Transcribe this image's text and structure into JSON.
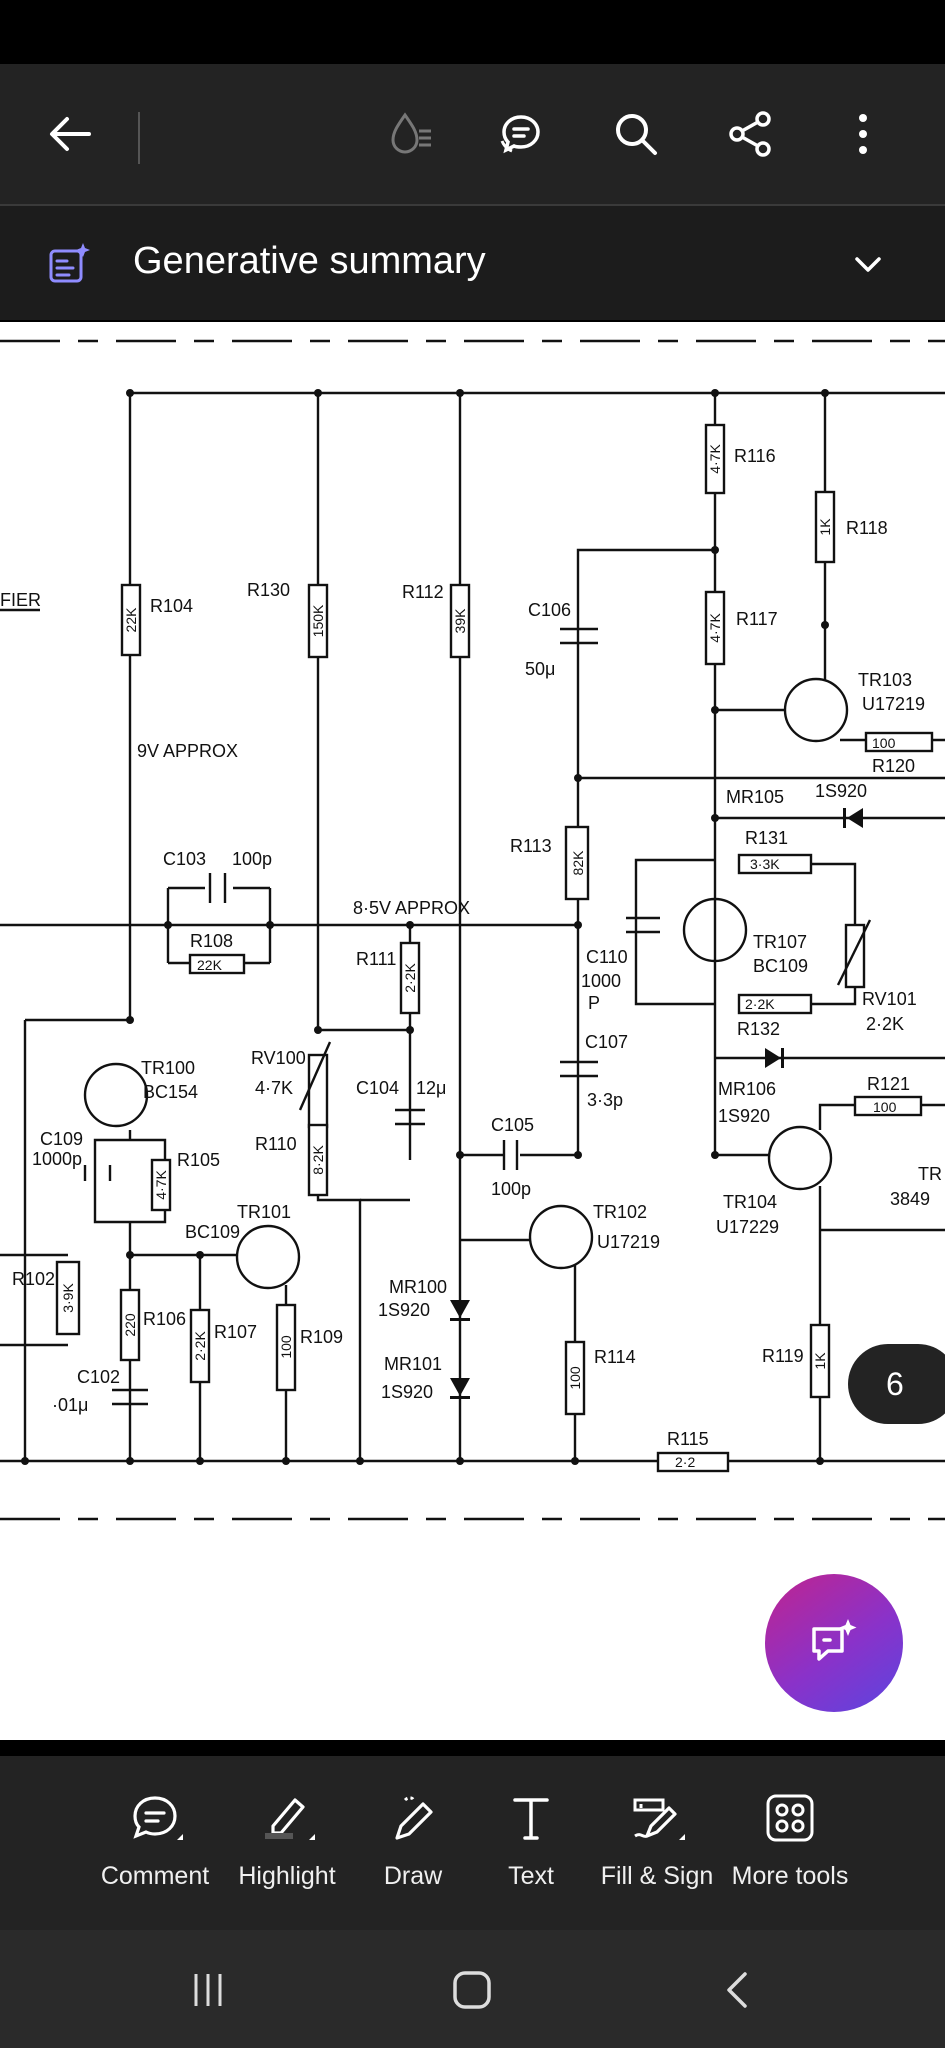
{
  "header": {
    "summary_title": "Generative summary"
  },
  "document": {
    "page_number": "6",
    "schematic_labels": {
      "fier": "FIER",
      "r104": "R104",
      "r104_val": "22K",
      "r130": "R130",
      "r130_val": "150K",
      "r112": "R112",
      "r112_val": "39K",
      "c106": "C106",
      "c106_val": "50μ",
      "r116": "R116",
      "r116_val": "4·7K",
      "r117": "R117",
      "r117_val": "4·7K",
      "r118": "R118",
      "r118_val": "1K",
      "tr103": "TR103",
      "tr103_type": "U17219",
      "r120_val": "100",
      "r120": "R120",
      "v9": "9V APPROX",
      "mr105": "MR105",
      "mr105_type": "1S920",
      "r113": "R113",
      "r113_val": "82K",
      "r131": "R131",
      "r131_val": "3·3K",
      "c103": "C103",
      "c103_val": "100p",
      "v85": "8·5V APPROX",
      "r108": "R108",
      "r108_val": "22K",
      "r111": "R111",
      "r111_val": "2·2K",
      "c110": "C110",
      "c110_val1": "1000",
      "c110_val2": "P",
      "tr107": "TR107",
      "tr107_type": "BC109",
      "r132_val": "2·2K",
      "r132": "R132",
      "rv101": "RV101",
      "rv101_val": "2·2K",
      "c107": "C107",
      "c107_val": "3·3p",
      "tr100": "TR100",
      "tr100_type": "BC154",
      "rv100": "RV100",
      "rv100_val": "4·7K",
      "c104": "C104",
      "c104_val": "12μ",
      "mr106": "MR106",
      "mr106_type": "1S920",
      "r121": "R121",
      "r121_val": "100",
      "c109": "C109",
      "c109_val": "1000p",
      "r105": "R105",
      "r105_val": "4·7K",
      "r110": "R110",
      "r110_val": "8·2K",
      "c105": "C105",
      "c105_val": "100p",
      "tr104": "TR104",
      "tr104_type": "U17229",
      "tr_right": "TR",
      "tr_right_val": "3849",
      "tr101": "TR101",
      "tr101_type": "BC109",
      "tr102": "TR102",
      "tr102_type": "U17219",
      "r102": "R102",
      "r102_val": "3·9K",
      "r106": "R106",
      "r106_val": "220",
      "r107": "R107",
      "r107_val": "2·2K",
      "r109": "R109",
      "r109_val": "100",
      "mr100": "MR100",
      "mr100_type": "1S920",
      "mr101": "MR101",
      "mr101_type": "1S920",
      "r114": "R114",
      "r114_val": "100",
      "r119": "R119",
      "r119_val": "1K",
      "c102": "C102",
      "c102_val": "·01μ",
      "r115": "R115",
      "r115_val": "2·2"
    }
  },
  "toolbar": {
    "items": [
      {
        "label": "Comment",
        "icon": "comment-icon"
      },
      {
        "label": "Highlight",
        "icon": "highlight-icon"
      },
      {
        "label": "Draw",
        "icon": "draw-icon"
      },
      {
        "label": "Text",
        "icon": "text-icon"
      },
      {
        "label": "Fill & Sign",
        "icon": "fill-sign-icon"
      },
      {
        "label": "More tools",
        "icon": "grid-icon"
      }
    ]
  },
  "colors": {
    "top_bar": "#232323",
    "ai_gradient_start": "#c0248e",
    "ai_gradient_end": "#5b45e0",
    "summary_icon": "#8f8cff"
  }
}
